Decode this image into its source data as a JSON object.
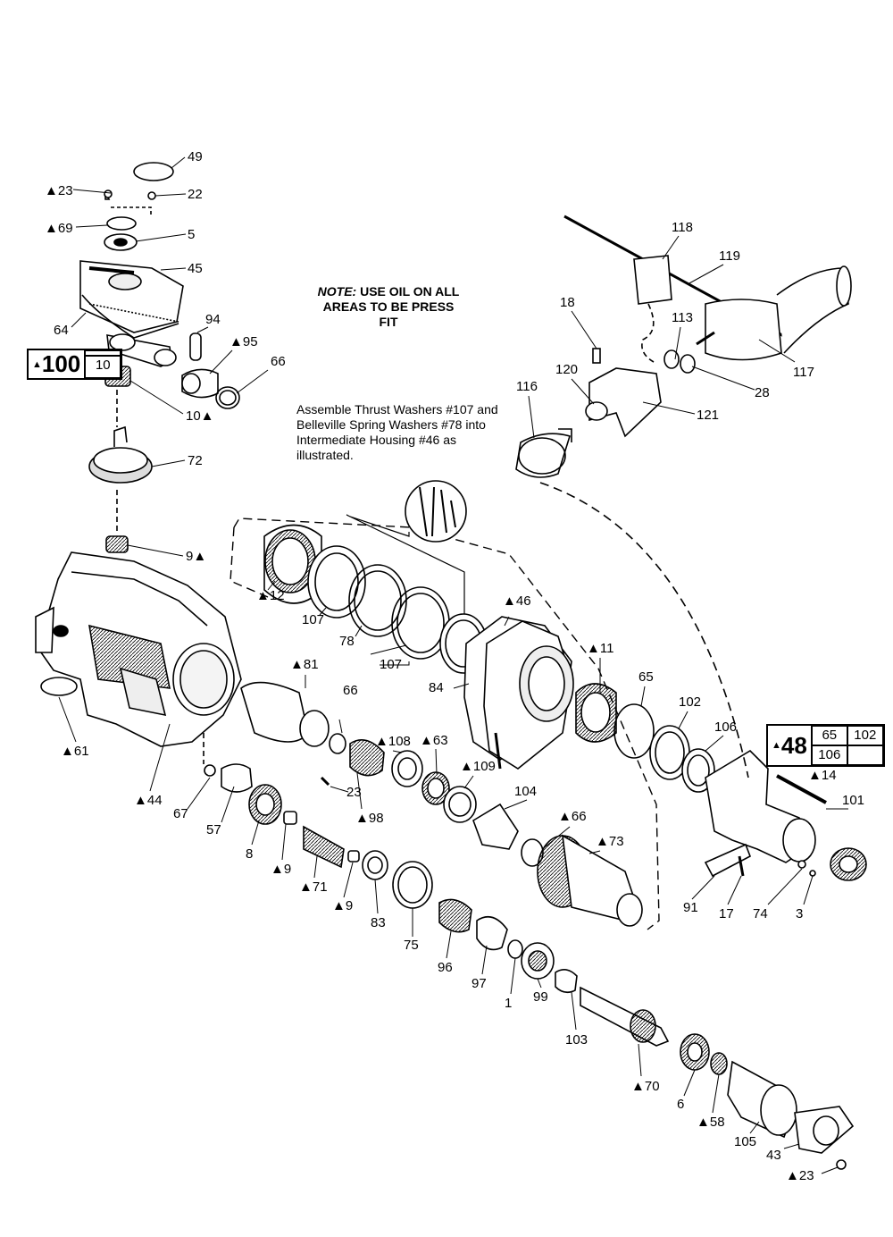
{
  "notes": {
    "oil_lead": "NOTE:",
    "oil_rest": " USE OIL ON ALL AREAS TO BE PRESS FIT",
    "thrust": "Assemble Thrust Washers #107 and Belleville Spring Washers #78 into Intermediate Housing #46 as illustrated."
  },
  "kits": [
    {
      "id": "kit-100",
      "marker": "▲",
      "main": "100",
      "cells": [
        "",
        "10"
      ]
    },
    {
      "id": "kit-48",
      "marker": "▲",
      "main": "48",
      "cells": [
        "65",
        "102",
        "106",
        ""
      ]
    }
  ],
  "labels": [
    "49",
    "▲23",
    "22",
    "▲69",
    "5",
    "45",
    "64",
    "94",
    "▲95",
    "66",
    "10▲",
    "72",
    "9▲",
    "▲12",
    "107",
    "78",
    "107",
    "84",
    "▲46",
    "▲61",
    "▲44",
    "▲81",
    "66",
    "▲108",
    "▲63",
    "▲109",
    "104",
    "▲66",
    "▲73",
    "▲11",
    "65",
    "102",
    "106",
    "▲14",
    "101",
    "23",
    "▲98",
    "67",
    "57",
    "8",
    "▲9",
    "▲71",
    "▲9",
    "83",
    "75",
    "96",
    "97",
    "1",
    "99",
    "103",
    "▲70",
    "6",
    "▲58",
    "105",
    "43",
    "▲23",
    "91",
    "17",
    "74",
    "3",
    "118",
    "119",
    "18",
    "113",
    "117",
    "28",
    "116",
    "120",
    "121"
  ]
}
